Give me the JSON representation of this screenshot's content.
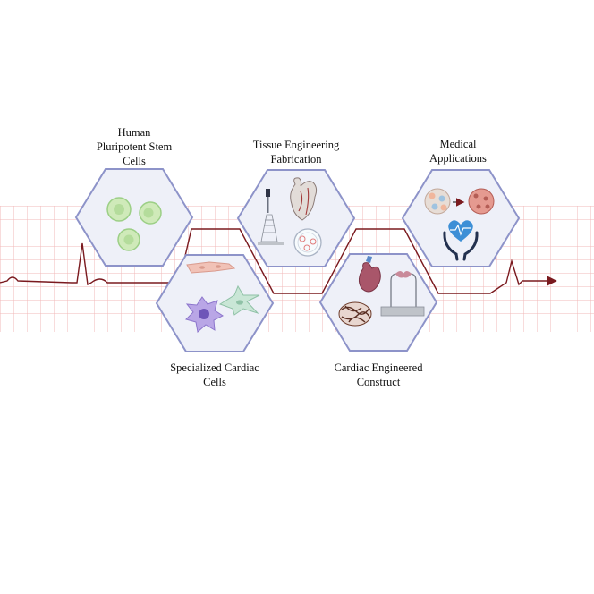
{
  "stages": [
    {
      "id": "hpsc",
      "label_lines": [
        "Human",
        "Pluripotent Stem",
        "Cells"
      ]
    },
    {
      "id": "specialized",
      "label_lines": [
        "Specialized Cardiac",
        "Cells"
      ]
    },
    {
      "id": "fabrication",
      "label_lines": [
        "Tissue Engineering",
        "Fabrication"
      ]
    },
    {
      "id": "construct",
      "label_lines": [
        "Cardiac Engineered",
        "Construct"
      ]
    },
    {
      "id": "medical",
      "label_lines": [
        "Medical",
        "Applications"
      ]
    }
  ],
  "colors": {
    "grid": "#f2b8b8",
    "ecg_line": "#7a1a1f",
    "hex_fill": "#eef0f8",
    "hex_stroke": "#8d93c9",
    "cell_green": "#cfeab9",
    "heart_blue": "#3d8fd6",
    "hands_navy": "#23314f"
  }
}
